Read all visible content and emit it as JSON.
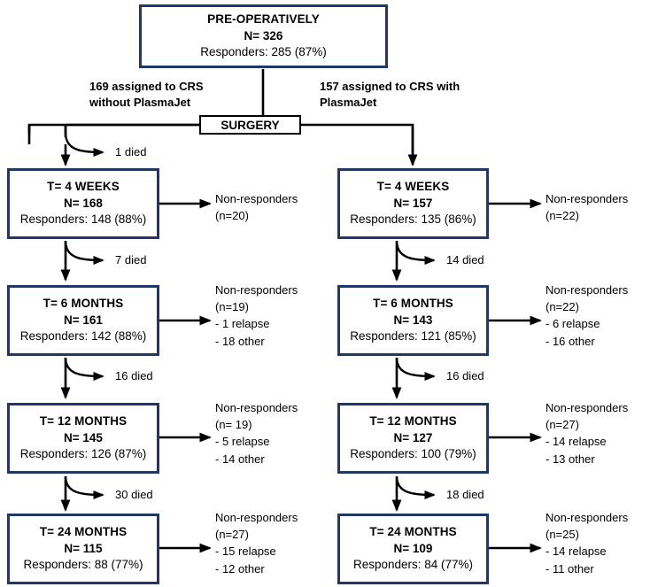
{
  "diagram": {
    "title": "CONSORT-style patient flow diagram",
    "accent_border_color": "#1F3864",
    "line_color": "#000000",
    "background": "#ffffff"
  },
  "top_node": {
    "title": "PRE-OPERATIVELY",
    "n": "N= 326",
    "responders": "Responders: 285 (87%)"
  },
  "allocation": {
    "left_label": "169 assigned to CRS\nwithout PlasmaJet",
    "right_label": "157 assigned to CRS with\nPlasmaJet",
    "surgery_label": "SURGERY"
  },
  "left_arm": {
    "name": "CRS without PlasmaJet",
    "deaths": [
      {
        "label": "1 died"
      },
      {
        "label": "7 died"
      },
      {
        "label": "16 died"
      },
      {
        "label": "30 died"
      }
    ],
    "timepoints": [
      {
        "title": "T= 4 WEEKS",
        "n": "N= 168",
        "responders": "Responders: 148 (88%)",
        "nonresponders": "Non-responders\n(n=20)"
      },
      {
        "title": "T= 6 MONTHS",
        "n": "N= 161",
        "responders": "Responders: 142 (88%)",
        "nonresponders": "Non-responders\n(n=19)\n- 1 relapse\n- 18 other"
      },
      {
        "title": "T= 12 MONTHS",
        "n": "N= 145",
        "responders": "Responders: 126 (87%)",
        "nonresponders": "Non-responders\n(n= 19)\n- 5 relapse\n- 14 other"
      },
      {
        "title": "T= 24 MONTHS",
        "n": "N= 115",
        "responders": "Responders: 88 (77%)",
        "nonresponders": "Non-responders\n(n=27)\n- 15 relapse\n- 12 other"
      }
    ]
  },
  "right_arm": {
    "name": "CRS with PlasmaJet",
    "deaths": [
      {
        "label": "14 died"
      },
      {
        "label": "16 died"
      },
      {
        "label": "18 died"
      }
    ],
    "timepoints": [
      {
        "title": "T= 4 WEEKS",
        "n": "N= 157",
        "responders": "Responders: 135 (86%)",
        "nonresponders": "Non-responders\n(n=22)"
      },
      {
        "title": "T= 6 MONTHS",
        "n": "N= 143",
        "responders": "Responders: 121 (85%)",
        "nonresponders": "Non-responders\n(n=22)\n- 6 relapse\n- 16 other"
      },
      {
        "title": "T= 12 MONTHS",
        "n": "N= 127",
        "responders": "Responders: 100 (79%)",
        "nonresponders": "Non-responders\n(n=27)\n- 14 relapse\n- 13 other"
      },
      {
        "title": "T= 24 MONTHS",
        "n": "N= 109",
        "responders": "Responders: 84 (77%)",
        "nonresponders": "Non-responders\n(n=25)\n- 14 relapse\n- 11 other"
      }
    ]
  }
}
